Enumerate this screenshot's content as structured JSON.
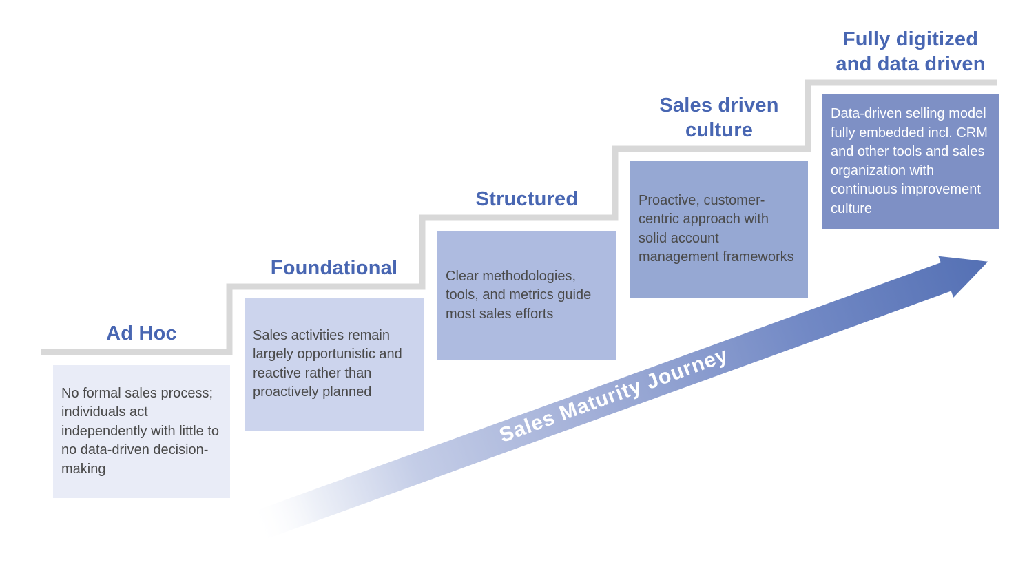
{
  "title_color": "#4866b2",
  "step_line_color": "#d8d8d8",
  "stages": [
    {
      "title": "Ad Hoc",
      "description": "No formal sales process; individuals act independently with little to no data-driven decision-making",
      "box_color": "#e9ecf7",
      "text_color": "#4a4a4a"
    },
    {
      "title": "Foundational",
      "description": "Sales activities remain largely opportunistic and reactive rather than proactively planned",
      "box_color": "#ccd4ed",
      "text_color": "#4a4a4a"
    },
    {
      "title": "Structured",
      "description": "Clear methodologies, tools, and metrics guide most sales efforts",
      "box_color": "#aebbe0",
      "text_color": "#4a4a4a"
    },
    {
      "title": "Sales driven culture",
      "description": "Proactive, customer-centric approach with solid account management frameworks",
      "box_color": "#96a8d3",
      "text_color": "#4a4a4a"
    },
    {
      "title": "Fully digitized and data driven",
      "description": "Data-driven selling model fully embedded incl. CRM and other tools and sales organization with continuous improvement culture",
      "box_color": "#7e90c5",
      "text_color": "#ffffff"
    }
  ],
  "arrow": {
    "label": "Sales Maturity Journey",
    "label_color": "#ffffff",
    "gradient": {
      "start": "#ffffff",
      "early": "#eef1f8",
      "light": "#c4cde7",
      "mid": "#a3b0d8",
      "deep": "#7289c5",
      "end": "#5470b4"
    }
  }
}
